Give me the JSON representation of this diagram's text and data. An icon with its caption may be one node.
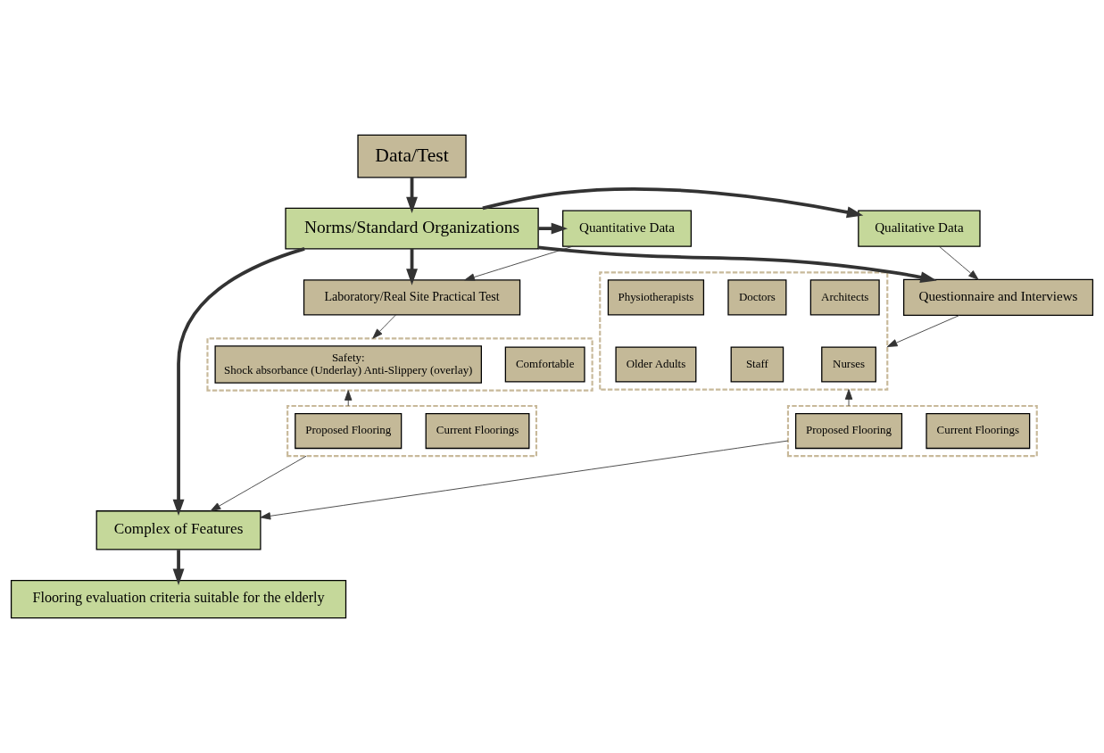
{
  "diagram": {
    "nodes": [
      {
        "text": [
          "Data/Test"
        ]
      },
      {
        "text": [
          "Qualitative Data"
        ]
      },
      {
        "text": [
          "Norms/Standard Organizations"
        ]
      },
      {
        "text": [
          "Quantitative Data"
        ]
      },
      {
        "text": [
          "Questionnaire and Interviews"
        ]
      },
      {
        "text": [
          "Laboratory/Real Site Practical Test"
        ]
      },
      {
        "text": [],
        "shape": "box"
      },
      {
        "text": [
          "Architects"
        ],
        "in": 6
      },
      {
        "text": [
          "Doctors"
        ],
        "in": 6
      },
      {
        "text": [
          "Physiotherapists"
        ],
        "in": 6
      },
      {
        "text": [
          "Nurses"
        ],
        "in": 6
      },
      {
        "text": [
          "Staff"
        ],
        "in": 6
      },
      {
        "text": [
          "Older Adults"
        ],
        "in": 6
      },
      {
        "text": [],
        "shape": "box"
      },
      {
        "text": [
          "Comfortable"
        ],
        "in": 13
      },
      {
        "text": [
          "Safety:",
          "Shock absorbance (Underlay) Anti-Slippery (overlay)"
        ],
        "in": 13
      },
      {
        "text": [],
        "shape": "box"
      },
      {
        "text": [
          "Current Floorings"
        ],
        "in": 16
      },
      {
        "text": [
          "Proposed Flooring"
        ],
        "in": 16
      },
      {
        "text": [
          "Complex of Features"
        ]
      },
      {
        "text": [],
        "shape": "box"
      },
      {
        "text": [
          "Current Floorings"
        ],
        "in": 20
      },
      {
        "text": [
          "Proposed Flooring"
        ],
        "in": 20
      },
      {
        "text": [
          "Flooring evaluation criteria suitable for the elderly"
        ]
      }
    ],
    "edges": [
      {
        "from": 0,
        "to": 2,
        "arrow": "to",
        "style": "thick"
      },
      {
        "from": 2,
        "to": 1,
        "arrow": "to",
        "style": "thick"
      },
      {
        "from": 2,
        "to": 4,
        "arrow": "to",
        "style": "thick"
      },
      {
        "from": 2,
        "to": 3,
        "arrow": "to",
        "style": "thick"
      },
      {
        "from": 2,
        "to": 5,
        "arrow": "to",
        "style": "thick"
      },
      {
        "from": 1,
        "to": 4,
        "arrow": "to"
      },
      {
        "from": 3,
        "to": 5,
        "arrow": "to"
      },
      {
        "from": 4,
        "to": 6,
        "arrow": "to"
      },
      {
        "from": 5,
        "to": 13,
        "arrow": "to"
      },
      {
        "from": 16,
        "to": 6,
        "arrow": "to"
      },
      {
        "from": 20,
        "to": 13,
        "arrow": "to"
      },
      {
        "from": 2,
        "to": 19,
        "arrow": "to",
        "style": "thick"
      },
      {
        "from": 16,
        "to": 19,
        "arrow": "to"
      },
      {
        "from": 20,
        "to": 19,
        "arrow": "to"
      },
      {
        "from": 19,
        "to": 23,
        "arrow": "to",
        "style": "thick"
      }
    ]
  }
}
